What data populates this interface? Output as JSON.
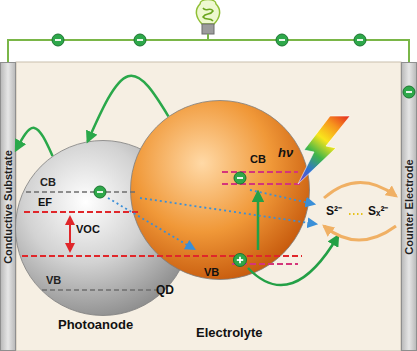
{
  "diagram": {
    "nodes": [
      {
        "text": [
          "Conductive Substrate"
        ]
      },
      {
        "text": [
          "CB",
          "EF",
          "VOC",
          "VB",
          "Photoanode"
        ]
      },
      {
        "text": [
          "CB",
          "VB",
          "QD"
        ]
      },
      {
        "text": [
          "Counter Electrode"
        ]
      }
    ],
    "edges": [
      {
        "from": 2,
        "to": 1,
        "arrow": "to"
      },
      {
        "from": 1,
        "to": 0,
        "arrow": "to"
      },
      {
        "from": 0,
        "to": 3,
        "arrow": "none"
      }
    ],
    "labels": [
      "hν",
      "S²⁻",
      "Sₓ²⁻",
      "Electrolyte"
    ]
  }
}
